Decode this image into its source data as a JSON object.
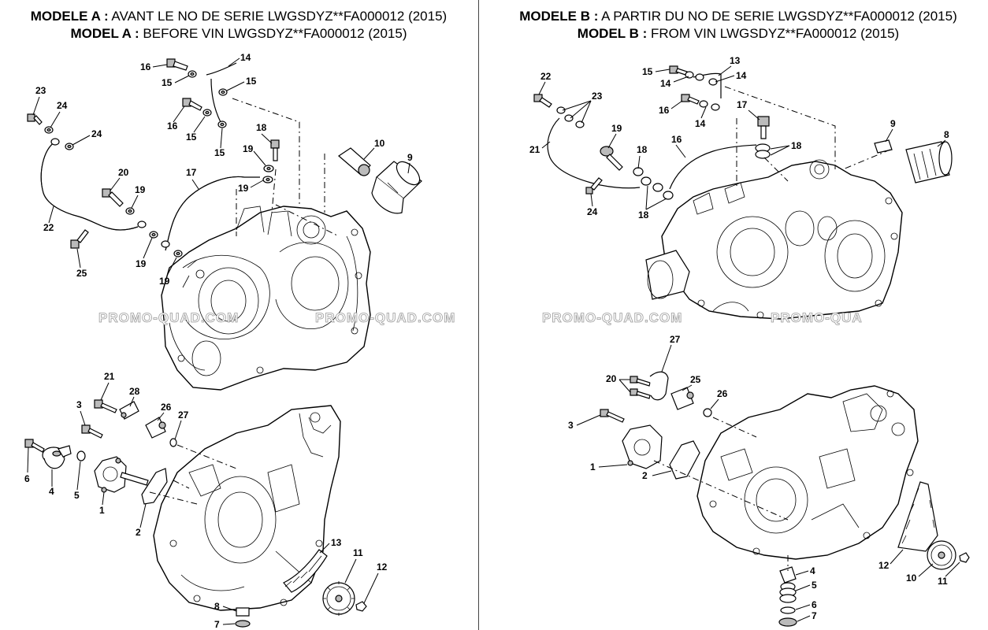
{
  "header_a": {
    "line1_bold": "MODELE A :",
    "line1_text": " AVANT LE NO DE SERIE LWGSDYZ**FA000012 (2015)",
    "line2_bold": "MODEL A :",
    "line2_text": " BEFORE VIN LWGSDYZ**FA000012 (2015)"
  },
  "header_b": {
    "line1_bold": "MODELE B :",
    "line1_text": " A PARTIR DU NO DE SERIE LWGSDYZ**FA000012 (2015)",
    "line2_bold": "MODEL B :",
    "line2_text": " FROM VIN LWGSDYZ**FA000012 (2015)"
  },
  "watermark": "PROMO-QUAD.COM",
  "watermark_b1": "PROMO-QUAD.COM",
  "watermark_b2": "PROMO-QUA",
  "labels_a": {
    "p1": "1",
    "p2": "2",
    "p3": "3",
    "p4": "4",
    "p5": "5",
    "p6": "6",
    "p7": "7",
    "p8": "8",
    "p9": "9",
    "p10": "10",
    "p11": "11",
    "p12": "12",
    "p13": "13",
    "p14": "14",
    "p15a": "15",
    "p15b": "15",
    "p15c": "15",
    "p15d": "15",
    "p16a": "16",
    "p16b": "16",
    "p17": "17",
    "p18": "18",
    "p19a": "19",
    "p19b": "19",
    "p19c": "19",
    "p19d": "19",
    "p19e": "19",
    "p20": "20",
    "p21": "21",
    "p22": "22",
    "p23": "23",
    "p24a": "24",
    "p24b": "24",
    "p25": "25",
    "p26": "26",
    "p27": "27",
    "p28": "28"
  },
  "labels_b": {
    "p1": "1",
    "p2": "2",
    "p3": "3",
    "p4": "4",
    "p5": "5",
    "p6": "6",
    "p7": "7",
    "p8": "8",
    "p9": "9",
    "p10": "10",
    "p11": "11",
    "p12": "12",
    "p13": "13",
    "p14a": "14",
    "p14b": "14",
    "p14c": "14",
    "p15": "15",
    "p16a": "16",
    "p16b": "16",
    "p17": "17",
    "p18a": "18",
    "p18b": "18",
    "p18c": "18",
    "p19": "19",
    "p20": "20",
    "p21": "21",
    "p22": "22",
    "p23": "23",
    "p24": "24",
    "p25": "25",
    "p26": "26",
    "p27": "27"
  }
}
